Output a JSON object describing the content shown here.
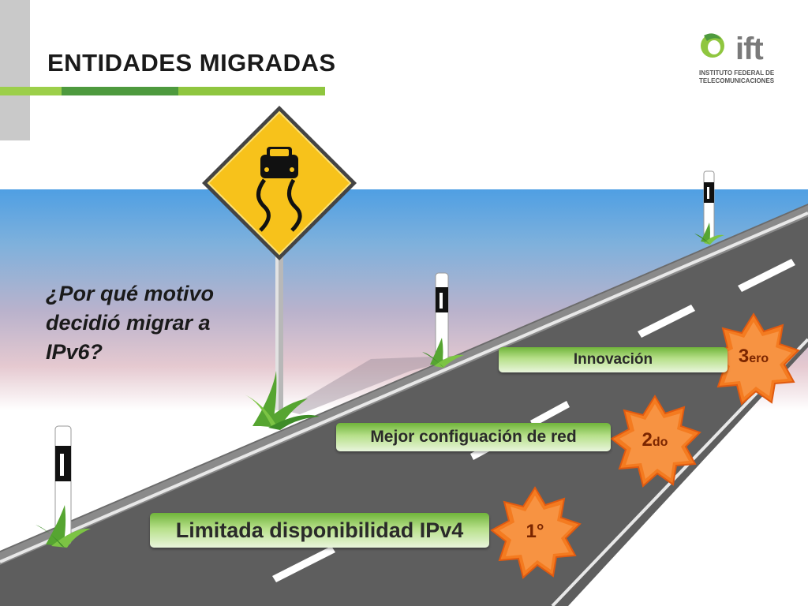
{
  "header": {
    "title": "ENTIDADES MIGRADAS"
  },
  "logo": {
    "name": "ift",
    "line1": "INSTITUTO FEDERAL DE",
    "line2": "TELECOMUNICACIONES"
  },
  "question": "¿Por qué motivo decidió migrar a IPv6?",
  "ranking": [
    {
      "label": "Limitada disponibilidad IPv4",
      "rank": "1",
      "suffix": "°"
    },
    {
      "label": "Mejor configuación de red",
      "rank": "2",
      "suffix": "do"
    },
    {
      "label": "Innovación",
      "rank": "3",
      "suffix": "ero"
    }
  ],
  "colors": {
    "accent_green": "#8fc63f",
    "dark_green": "#4e9a3e",
    "badge_orange": "#f47b20",
    "sign_yellow": "#f7c21b"
  },
  "icons": [
    "slippery-road-sign-icon",
    "delineator-post-icon",
    "grass-icon",
    "ift-logo-icon"
  ]
}
